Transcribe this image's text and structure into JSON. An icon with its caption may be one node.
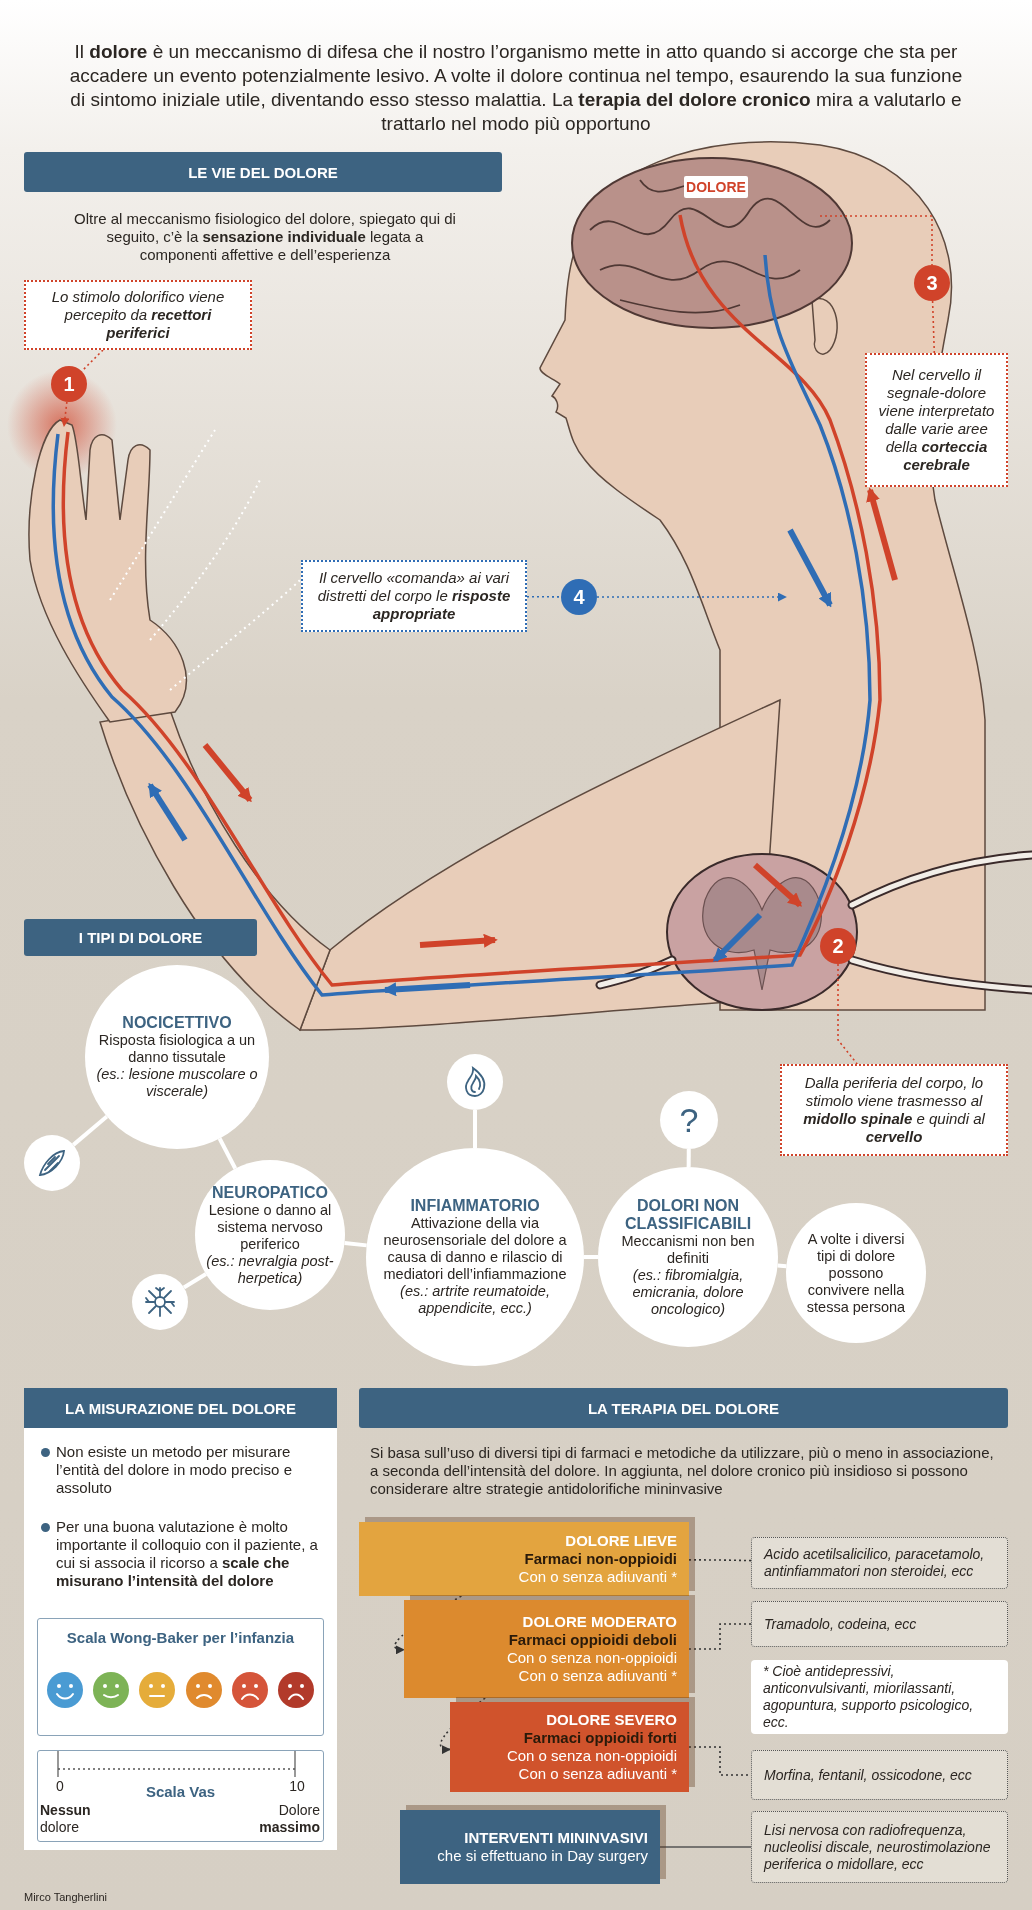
{
  "diagram": {
    "title": "Il **dolore** è un meccanismo di difesa che il nostro l’organismo mette in atto quando si accorge che sta per accadere un evento potenzialmente lesivo. A volte il dolore continua nel tempo, esaurendo la sua funzione di sintomo iniziale utile, diventando esso stesso malattia. La **terapia del dolore cronico** mira a valutarlo e trattarlo nel modo più opportuno",
    "nodes": [
      {
        "text": [
          "LE VIE DEL DOLORE"
        ]
      },
      {
        "text": [
          "Lo stimolo dolorifico viene percepito da **recettori periferici**"
        ]
      },
      {
        "text": [
          "1"
        ]
      },
      {
        "text": [
          "DOLORE"
        ]
      },
      {
        "text": [
          "3"
        ]
      },
      {
        "text": [
          "Nel cervello il segnale-dolore viene interpretato dalle varie aree della **corteccia cerebrale**"
        ]
      },
      {
        "text": [
          "Il cervello «comanda» ai vari distretti del corpo le **risposte appropriate**"
        ]
      },
      {
        "text": [
          "4"
        ]
      },
      {
        "text": [
          "2"
        ]
      },
      {
        "text": [
          "Dalla periferia del corpo, lo stimolo viene trasmesso al **midollo spinale** e quindi al **cervello**"
        ]
      },
      {
        "text": [
          "I TIPI DI DOLORE"
        ]
      },
      {
        "text": [
          "NOCICETTIVO",
          "Risposta fisiologica a un danno tissutale",
          "(es.: lesione muscolare o viscerale)"
        ]
      },
      {
        "text": [],
        "shape": "circle"
      },
      {
        "text": [
          "NEUROPATICO",
          "Lesione o danno al sistema nervoso periferico",
          "(es.: nevralgia post-herpetica)"
        ]
      },
      {
        "text": [],
        "shape": "circle"
      },
      {
        "text": [],
        "shape": "circle"
      },
      {
        "text": [
          "INFIAMMATORIO",
          "Attivazione della via neurosensoriale del dolore a causa di danno e rilascio di mediatori dell’infiammazione",
          "(es.: artrite reumatoide, appendicite, ecc.)"
        ]
      },
      {
        "text": [
          "?"
        ]
      },
      {
        "text": [
          "DOLORI NON CLASSIFICABILI",
          "Meccanismi non ben definiti",
          "(es.: fibromialgia, emicrania, dolore oncologico)"
        ]
      },
      {
        "text": [
          "A volte i diversi tipi di dolore possono convivere nella stessa persona"
        ]
      },
      {
        "text": [
          "LA MISURAZIONE DEL DOLORE"
        ]
      },
      {
        "text": [
          "Scala Wong-Baker per l’infanzia"
        ],
        "in": 20
      },
      {
        "text": [
          "Scala Vas"
        ],
        "in": 20
      },
      {
        "text": [
          "LA TERAPIA DEL DOLORE"
        ]
      },
      {
        "text": [
          "DOLORE LIEVE",
          "Farmaci non-oppioidi",
          "Con o senza adiuvanti *"
        ]
      },
      {
        "text": [
          "Acido acetilsalicilico, paracetamolo, antinfiammatori non steroidei, ecc"
        ]
      },
      {
        "text": [
          "DOLORE MODERATO",
          "Farmaci oppioidi deboli",
          "Con o senza non-oppioidi",
          "Con o senza adiuvanti *"
        ]
      },
      {
        "text": [
          "Tramadolo, codeina, ecc"
        ]
      },
      {
        "text": [
          "* Cioè antidepressivi, anticonvulsivanti, miorilassanti, agopuntura, supporto psicologico, ecc."
        ]
      },
      {
        "text": [
          "DOLORE SEVERO",
          "Farmaci oppioidi forti",
          "Con o senza non-oppioidi",
          "Con o senza adiuvanti *"
        ]
      },
      {
        "text": [
          "Morfina, fentanil, ossicodone, ecc"
        ]
      },
      {
        "text": [
          "INTERVENTI MININVASIVI",
          "che si effettuano in Day surgery"
        ]
      },
      {
        "text": [
          "Lisi nervosa con radiofrequenza, nucleolisi discale, neurostimolazione periferica o midollare, ecc"
        ]
      }
    ],
    "edges": [
      {
        "from": 1,
        "to": 2,
        "arrow": "none",
        "style": "dashed",
        "color": "#d0432a"
      },
      {
        "from": 2,
        "to": null,
        "arrow": "to",
        "style": "dashed",
        "color": "#d0432a"
      },
      {
        "from": null,
        "to": 4,
        "arrow": "none",
        "style": "dashed",
        "color": "#d0432a"
      },
      {
        "from": 4,
        "to": 5,
        "arrow": "none",
        "style": "dashed",
        "color": "#d0432a"
      },
      {
        "from": 6,
        "to": 7,
        "arrow": "none",
        "style": "dashed",
        "color": "#2f6db5"
      },
      {
        "from": 7,
        "to": null,
        "arrow": "to",
        "style": "dashed",
        "color": "#2f6db5"
      },
      {
        "from": 8,
        "to": 9,
        "arrow": "none",
        "style": "dashed",
        "color": "#d0432a"
      },
      {
        "from": 11,
        "to": 12,
        "arrow": "none"
      },
      {
        "from": 11,
        "to": 13,
        "arrow": "none"
      },
      {
        "from": 13,
        "to": 14,
        "arrow": "none"
      },
      {
        "from": 13,
        "to": 16,
        "arrow": "none"
      },
      {
        "from": 15,
        "to": 16,
        "arrow": "none"
      },
      {
        "from": 16,
        "to": 18,
        "arrow": "none"
      },
      {
        "from": 17,
        "to": 18,
        "arrow": "none"
      },
      {
        "from": 18,
        "to": 19,
        "arrow": "none"
      },
      {
        "from": 24,
        "to": 25,
        "arrow": "none",
        "style": "dashed",
        "color": "#333333"
      },
      {
        "from": 26,
        "to": 27,
        "arrow": "none",
        "style": "dashed",
        "color": "#333333"
      },
      {
        "from": 29,
        "to": 30,
        "arrow": "none",
        "style": "dashed",
        "color": "#333333"
      },
      {
        "from": 31,
        "to": 32,
        "arrow": "none",
        "color": "#555555"
      },
      {
        "from": 24,
        "to": 26,
        "arrow": "to",
        "style": "dashed",
        "color": "#333333"
      },
      {
        "from": 26,
        "to": 29,
        "arrow": "to",
        "style": "dashed",
        "color": "#333333"
      }
    ],
    "labels": [
      "Oltre al meccanismo fisiologico del dolore, spiegato qui di seguito, c’è la **sensazione individuale** legata a componenti affettive e dell’esperienza",
      "Non esiste un metodo per misurare l’entità del dolore in modo preciso e assoluto",
      "Per una buona valutazione è molto importante il colloquio con il paziente, a cui si associa il ricorso a **scale che misurano l’intensità del dolore**",
      "0",
      "10",
      "**Nessun** dolore",
      "Dolore **massimo**",
      "Si basa sull’uso di diversi tipi di farmaci e metodiche da utilizzare, più o meno in associazione, a seconda dell’intensità del dolore. In aggiunta, nel dolore cronico più insidioso si possono considerare altre strategie antidolorifiche mininvasive",
      "Mirco Tangherlini"
    ]
  }
}
